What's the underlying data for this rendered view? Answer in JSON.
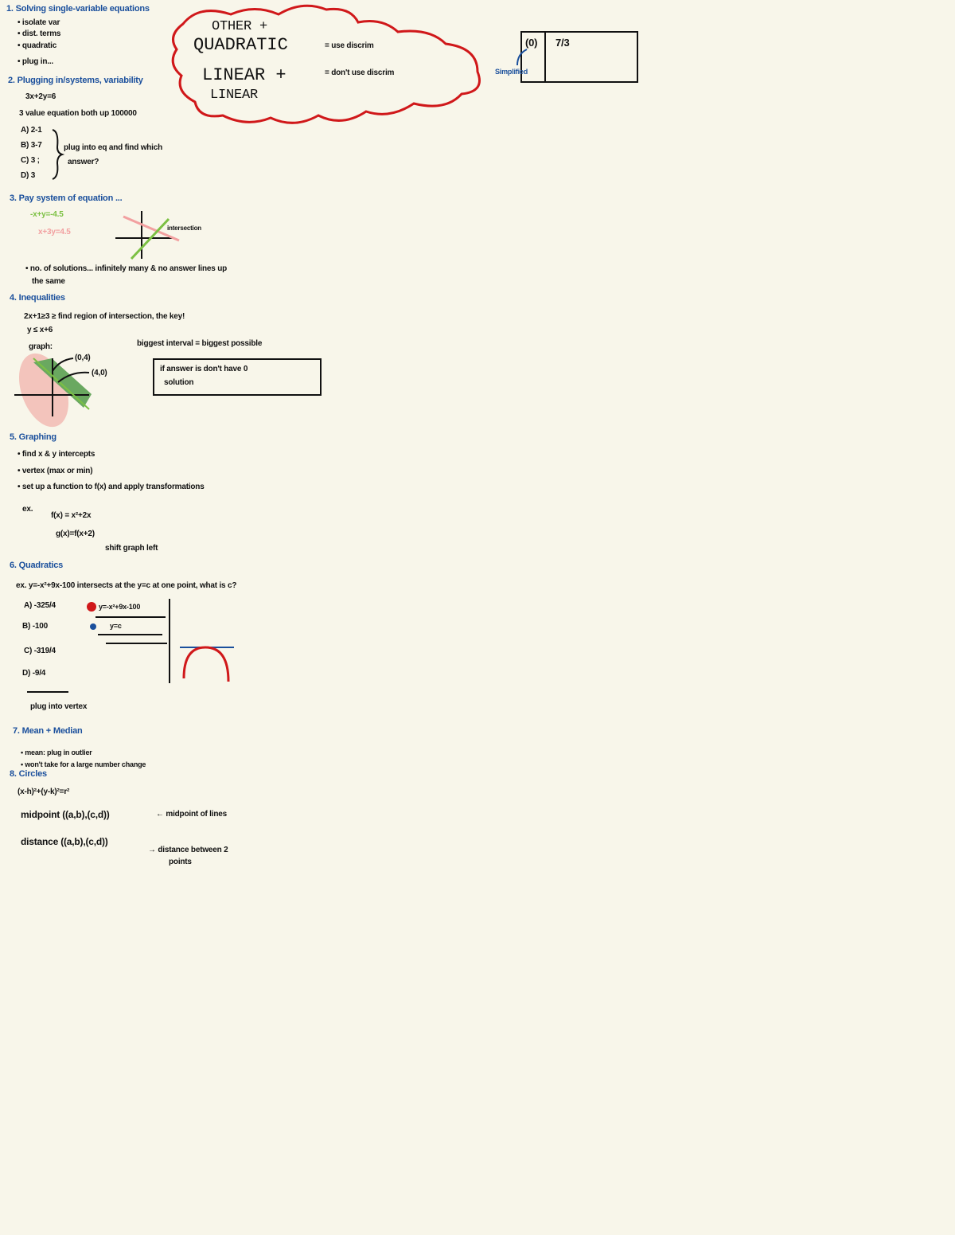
{
  "s1": {
    "title": "1. Solving single-variable equations",
    "items": [
      "• isolate var",
      "• dist. terms",
      "• quadratic",
      "• plug in..."
    ]
  },
  "s2": {
    "title": "2. Plugging in/systems, variability",
    "eq": "3x+2y=6",
    "note": "3 value equation both up 100000",
    "choices": [
      "A) 2-1",
      "B) 3-7",
      "C) 3 ;",
      "D) 3"
    ],
    "brace_note1": "plug into eq and find which",
    "brace_note2": "answer?"
  },
  "s3": {
    "title": "3. Pay system of equation ...",
    "eq_green": "-x+y=-4.5",
    "eq_pink": "x+3y=4.5",
    "intersection": "intersection",
    "note1": "• no. of solutions... infinitely many & no answer lines up",
    "note2": "the same"
  },
  "s4": {
    "title": "4. Inequalities",
    "line1": "2x+1≥3 ≥ find region of intersection, the key!",
    "line2": "y ≤ x+6",
    "graph": "graph:",
    "pt1": "(0,4)",
    "pt2": "(4,0)",
    "note": "biggest interval = biggest possible",
    "box1": "if answer is don't have 0",
    "box2": "solution"
  },
  "s5": {
    "title": "5. Graphing",
    "items": [
      "• find x & y intercepts",
      "• vertex (max or min)",
      "• set up a function to f(x) and apply transformations"
    ],
    "ex": "ex.",
    "f": "f(x) = x²+2x",
    "g": "g(x)=f(x+2)",
    "shift": "shift graph left"
  },
  "s6": {
    "title": "6. Quadratics",
    "q": "ex.  y=-x²+9x-100 intersects at the y=c at one point, what is c?",
    "choices": [
      "A) -325/4",
      "B) -100",
      "C) -319/4",
      "D) -9/4"
    ],
    "eq1": "y=-x²+9x-100",
    "eq2": "y=c",
    "plug": "plug into vertex"
  },
  "s7": {
    "title": "7. Mean + Median",
    "items": [
      "• mean: plug in outlier",
      "• won't take for a large number change"
    ]
  },
  "s8": {
    "title": "8. Circles",
    "eq": "(x-h)²+(y-k)²=r²",
    "midpoint": "midpoint ((a,b),(c,d))",
    "midpoint_note": "← midpoint of lines",
    "distance": "distance ((a,b),(c,d))",
    "distance_note": "→ distance between 2",
    "distance_note2": "points"
  },
  "cloud": {
    "other": "OTHER +",
    "quadratic": "QUADRATIC",
    "quad_note": "= use discrim",
    "linear": "LINEAR +",
    "linear_note": "= don't use discrim",
    "linear2": "LINEAR"
  },
  "card": {
    "left": "(0)",
    "right": "7/3",
    "label": "Simplified"
  }
}
